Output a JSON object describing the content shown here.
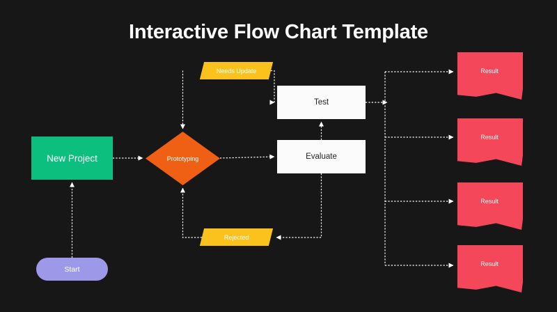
{
  "page": {
    "title": "Interactive Flow Chart Template",
    "background_color": "#171717",
    "title_color": "#ffffff"
  },
  "colors": {
    "green": "#0dbf7e",
    "purple": "#9d98e8",
    "orange": "#ef6014",
    "yellow": "#fbc11c",
    "white_box": "#fbfbfb",
    "red": "#f4485a",
    "connector": "#ffffff"
  },
  "nodes": {
    "start": {
      "label": "Start",
      "shape": "rounded-terminator",
      "color": "#9d98e8"
    },
    "new_project": {
      "label": "New Project",
      "shape": "rectangle",
      "color": "#0dbf7e"
    },
    "prototyping": {
      "label": "Prototyping",
      "shape": "diamond",
      "color": "#ef6014"
    },
    "needs_update": {
      "label": "Needs Update",
      "shape": "parallelogram",
      "color": "#fbc11c"
    },
    "rejected": {
      "label": "Rejected",
      "shape": "parallelogram",
      "color": "#fbc11c"
    },
    "test": {
      "label": "Test",
      "shape": "rectangle",
      "color": "#fbfbfb"
    },
    "evaluate": {
      "label": "Evaluate",
      "shape": "rectangle",
      "color": "#fbfbfb"
    },
    "results": [
      {
        "label": "Result",
        "shape": "document",
        "color": "#f4485a"
      },
      {
        "label": "Result",
        "shape": "document",
        "color": "#f4485a"
      },
      {
        "label": "Result",
        "shape": "document",
        "color": "#f4485a"
      },
      {
        "label": "Result",
        "shape": "document",
        "color": "#f4485a"
      }
    ]
  },
  "connectors": [
    {
      "from": "start",
      "to": "new_project",
      "style": "dotted",
      "arrow": "up"
    },
    {
      "from": "new_project",
      "to": "prototyping",
      "style": "dotted",
      "arrow": "right"
    },
    {
      "from": "prototyping",
      "to": "evaluate",
      "style": "dotted",
      "arrow": "right"
    },
    {
      "from": "needs_update",
      "to": "prototyping",
      "style": "dotted",
      "arrow": "down"
    },
    {
      "from": "needs_update",
      "to": "test",
      "style": "dotted",
      "arrow": "right"
    },
    {
      "from": "evaluate",
      "to": "test",
      "style": "dotted",
      "arrow": "up"
    },
    {
      "from": "evaluate",
      "to": "rejected",
      "style": "dotted",
      "arrow": "left"
    },
    {
      "from": "rejected",
      "to": "prototyping",
      "style": "dotted",
      "arrow": "up"
    },
    {
      "from": "test",
      "to": "result_bus",
      "style": "dotted",
      "arrow": "right"
    },
    {
      "from": "result_bus",
      "to": "result_1",
      "style": "dotted",
      "arrow": "right"
    },
    {
      "from": "result_bus",
      "to": "result_2",
      "style": "dotted",
      "arrow": "right"
    },
    {
      "from": "result_bus",
      "to": "result_3",
      "style": "dotted",
      "arrow": "right"
    },
    {
      "from": "result_bus",
      "to": "result_4",
      "style": "dotted",
      "arrow": "right"
    }
  ]
}
